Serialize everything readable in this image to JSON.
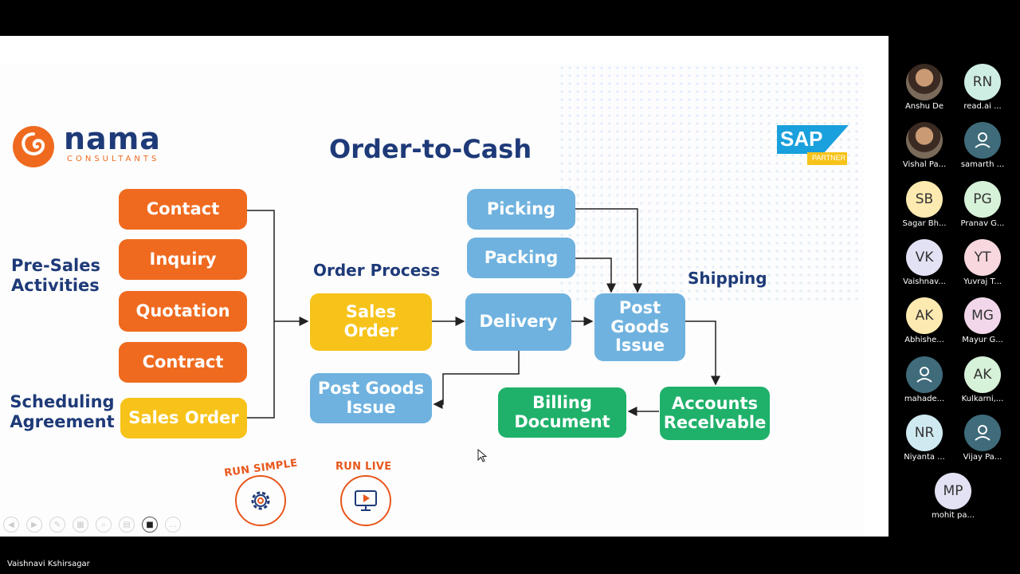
{
  "slide": {
    "title": "Order-to-Cash",
    "logo": {
      "brand": "nama",
      "sub": "CONSULTANTS"
    },
    "sap": {
      "brand": "SAP",
      "sub": "PARTNER"
    },
    "labels": {
      "presales": "Pre-Sales Activities",
      "scheduling": "Scheduling Agreement",
      "order_process": "Order Process",
      "shipping": "Shipping"
    },
    "boxes": {
      "contact": "Contact",
      "inquiry": "Inquiry",
      "quotation": "Quotation",
      "contract": "Contract",
      "sales_order_sched": "Sales Order",
      "sales_order": "Sales Order",
      "delivery": "Delivery",
      "picking": "Picking",
      "packing": "Packing",
      "post_goods_issue": "Post Goods Issue",
      "post_goods_issue_return": "Post Goods Issue",
      "accounts_receivable": "Accounts Recelvable",
      "billing_document": "Billing Document"
    },
    "run_simple": "RUN SIMPLE",
    "run_live": "RUN LIVE",
    "colors": {
      "orange": "#ef6a1f",
      "yellow": "#f7c31a",
      "blue": "#6fb2df",
      "green": "#1fb16a",
      "navy": "#1e3a78"
    }
  },
  "toolbar": {
    "icons": [
      "previous-icon",
      "next-icon",
      "pen-icon",
      "slides-icon",
      "zoom-icon",
      "subtitles-icon",
      "camera-icon",
      "more-icon"
    ]
  },
  "participants": [
    {
      "initials": "",
      "name": "Anshu De",
      "photo": true
    },
    {
      "initials": "RN",
      "name": "read.ai ...",
      "color": "#cfeee3"
    },
    {
      "initials": "",
      "name": "Vishal Pa...",
      "photo": true
    },
    {
      "initials": "",
      "name": "samarth ...",
      "color": "#3f6b7a",
      "generic": true
    },
    {
      "initials": "SB",
      "name": "Sagar Bh...",
      "color": "#fdeab0"
    },
    {
      "initials": "PG",
      "name": "Pranav G...",
      "color": "#d6f2d9"
    },
    {
      "initials": "VK",
      "name": "Vaishnav...",
      "color": "#e2e2f4"
    },
    {
      "initials": "YT",
      "name": "Yuvraj T...",
      "color": "#f8d7de"
    },
    {
      "initials": "AK",
      "name": "Abhishe...",
      "color": "#fdeab0"
    },
    {
      "initials": "MG",
      "name": "Mayur G...",
      "color": "#f2d7ea"
    },
    {
      "initials": "",
      "name": "mahade...",
      "color": "#3f6b7a",
      "generic": true
    },
    {
      "initials": "AK",
      "name": "Kulkarni,...",
      "color": "#d6f2d9"
    },
    {
      "initials": "NR",
      "name": "Niyanta ...",
      "color": "#cfe9f1"
    },
    {
      "initials": "",
      "name": "Vijay Pa...",
      "color": "#3f6b7a",
      "generic": true
    },
    {
      "initials": "MP",
      "name": "mohit pa...",
      "color": "#e2e2f4"
    }
  ],
  "presenter": "Vaishnavi Kshirsagar"
}
